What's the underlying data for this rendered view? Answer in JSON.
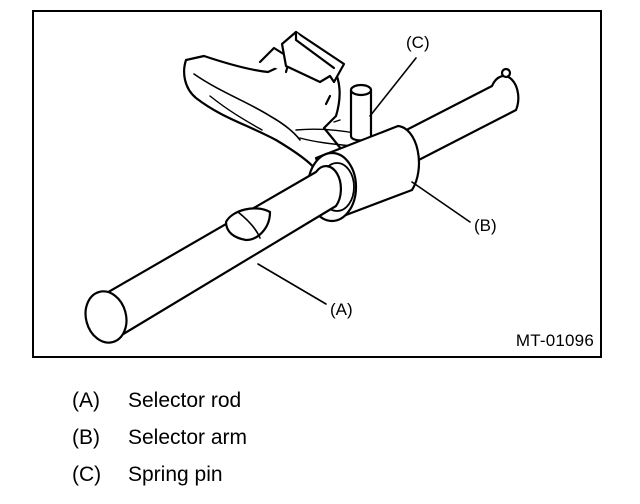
{
  "figure": {
    "callouts": [
      "(C)",
      "(B)",
      "(A)"
    ],
    "figure_id": "MT-01096"
  },
  "legend": [
    {
      "key": "(A)",
      "label": "Selector rod"
    },
    {
      "key": "(B)",
      "label": "Selector arm"
    },
    {
      "key": "(C)",
      "label": "Spring pin"
    }
  ]
}
